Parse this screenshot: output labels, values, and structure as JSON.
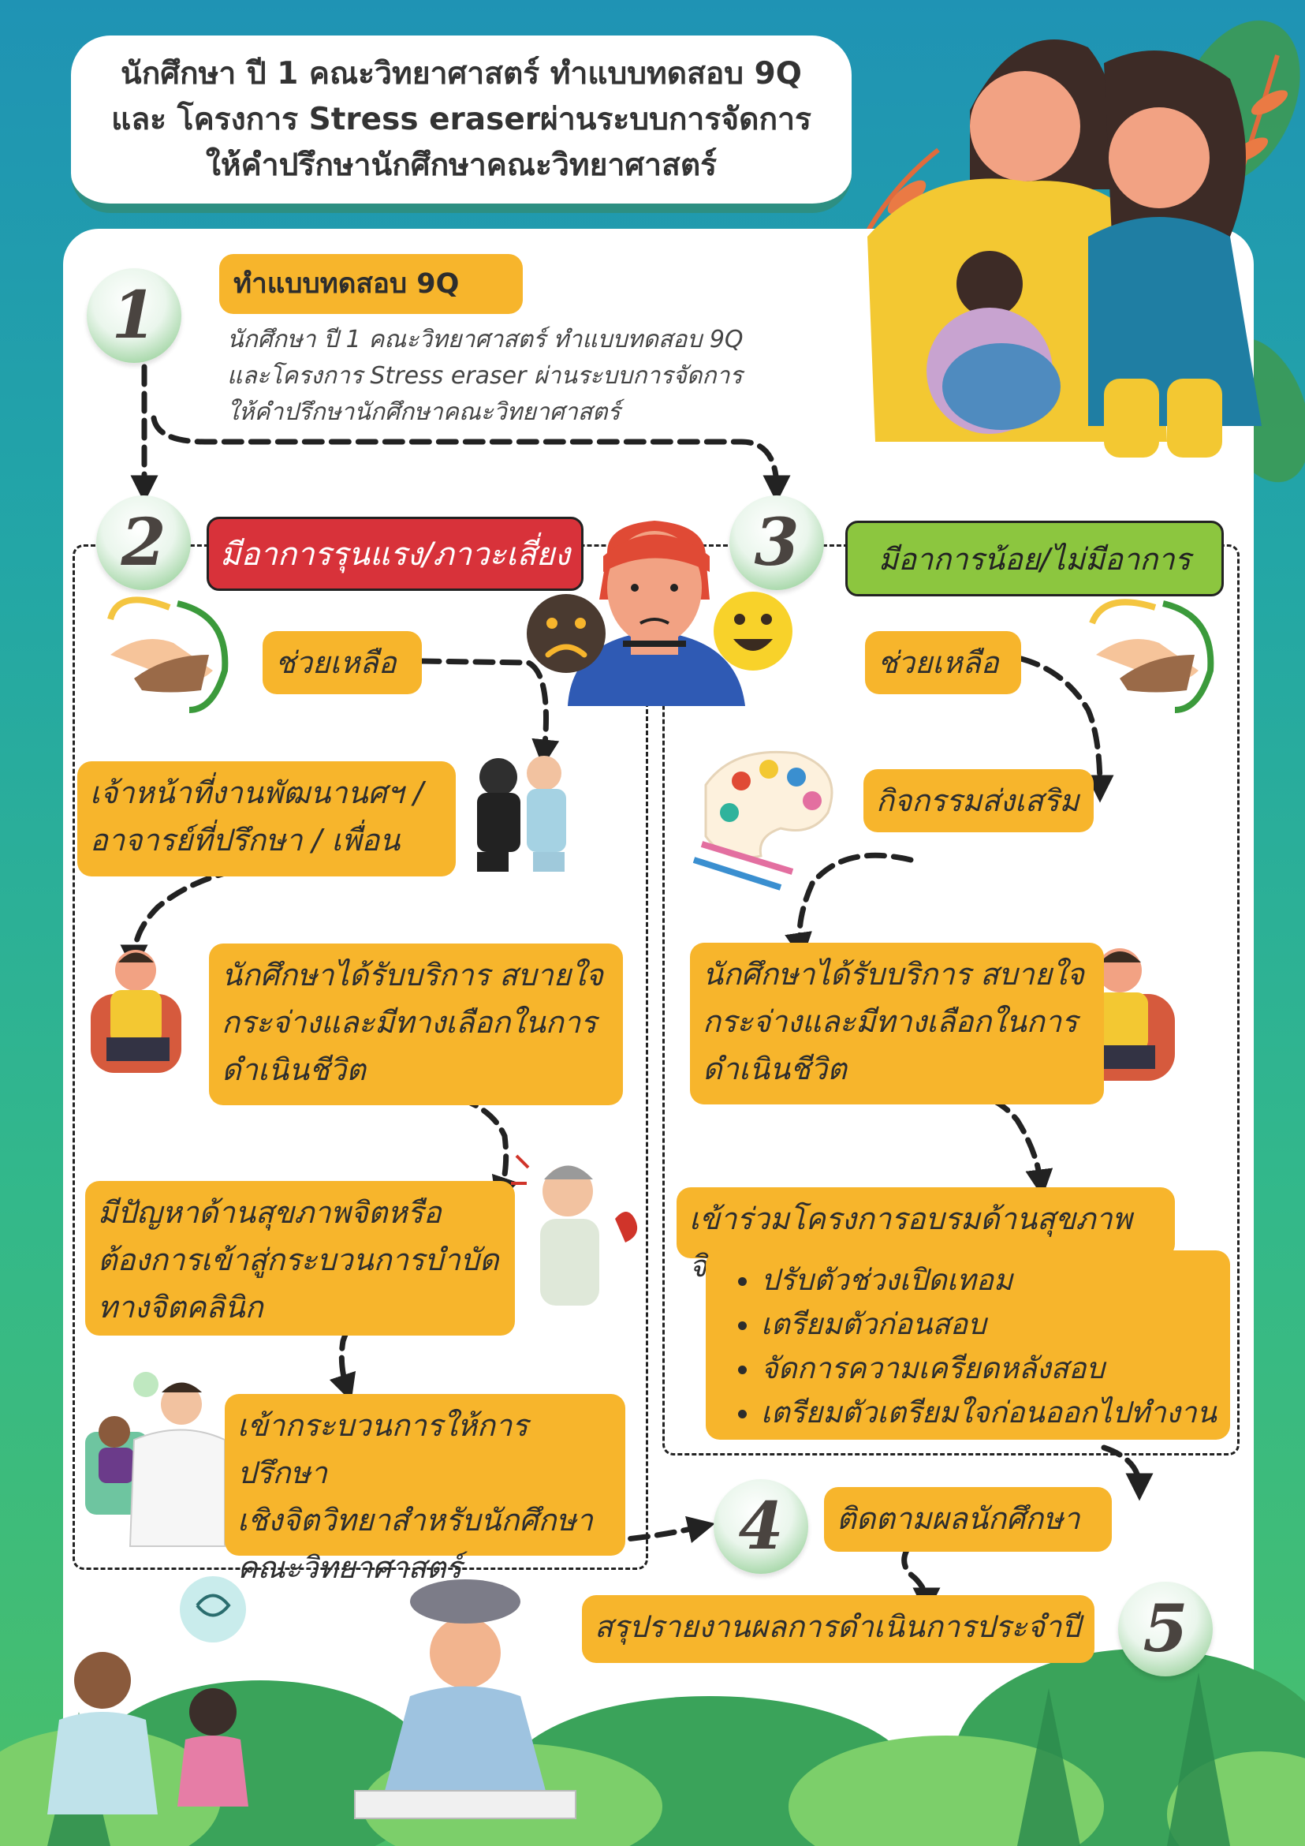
{
  "title": {
    "lines": [
      "นักศึกษา ปี 1 คณะวิทยาศาสตร์ ทำแบบทดสอบ 9Q",
      "และ โครงการ Stress eraserผ่านระบบการจัดการ",
      "ให้คำปรึกษานักศึกษาคณะวิทยาศาสตร์"
    ]
  },
  "step1": {
    "number": "1",
    "label": "ทำแบบทดสอบ 9Q",
    "description": [
      "นักศึกษา ปี 1 คณะวิทยาศาสตร์ ทำแบบทดสอบ 9Q",
      "และโครงการ Stress eraser ผ่านระบบการจัดการ",
      "ให้คำปรึกษานักศึกษาคณะวิทยาศาสตร์"
    ]
  },
  "step2": {
    "number": "2",
    "header": "มีอาการรุนแรง/ภาวะเสี่ยง",
    "help": "ช่วยเหลือ",
    "staff": [
      "เจ้าหน้าที่งานพัฒนานศฯ /",
      "อาจารย์ที่ปรึกษา / เพื่อน"
    ],
    "service": [
      "นักศึกษาได้รับบริการ สบายใจ",
      "กระจ่างและมีทางเลือกในการ",
      "ดำเนินชีวิต"
    ],
    "problem": [
      "มีปัญหาด้านสุขภาพจิตหรือ",
      "ต้องการเข้าสู่กระบวนการบำบัด",
      "ทางจิตคลินิก"
    ],
    "counsel": [
      "เข้ากระบวนการให้การปรึกษา",
      "เชิงจิตวิทยาสำหรับนักศึกษา",
      "คณะวิทยาศาสตร์"
    ]
  },
  "step3": {
    "number": "3",
    "header": "มีอาการน้อย/ไม่มีอาการ",
    "help": "ช่วยเหลือ",
    "activity": "กิจกรรมส่งเสริม",
    "service": [
      "นักศึกษาได้รับบริการ สบายใจ",
      "กระจ่างและมีทางเลือกในการ",
      "ดำเนินชีวิต"
    ],
    "training": {
      "title": "เข้าร่วมโครงการอบรมด้านสุขภาพจิต",
      "items": [
        "ปรับตัวช่วงเปิดเทอม",
        "เตรียมตัวก่อนสอบ",
        "จัดการความเครียดหลังสอบ",
        "เตรียมตัวเตรียมใจก่อนออกไปทำงาน"
      ]
    }
  },
  "step4": {
    "number": "4",
    "label": "ติดตามผลนักศึกษา"
  },
  "step5": {
    "number": "5",
    "label": "สรุปรายงานผลการดำเนินการประจำปี"
  },
  "colors": {
    "accent_yellow": "#f7b52c",
    "severe_red": "#d8323a",
    "mild_green": "#8cc63f",
    "title_underline": "#2d8f82"
  },
  "icons": [
    "handshake-icon",
    "sad-face-icon",
    "smile-face-icon",
    "paint-palette-icon",
    "heart-brain-icon",
    "thread-bubble-icon"
  ]
}
